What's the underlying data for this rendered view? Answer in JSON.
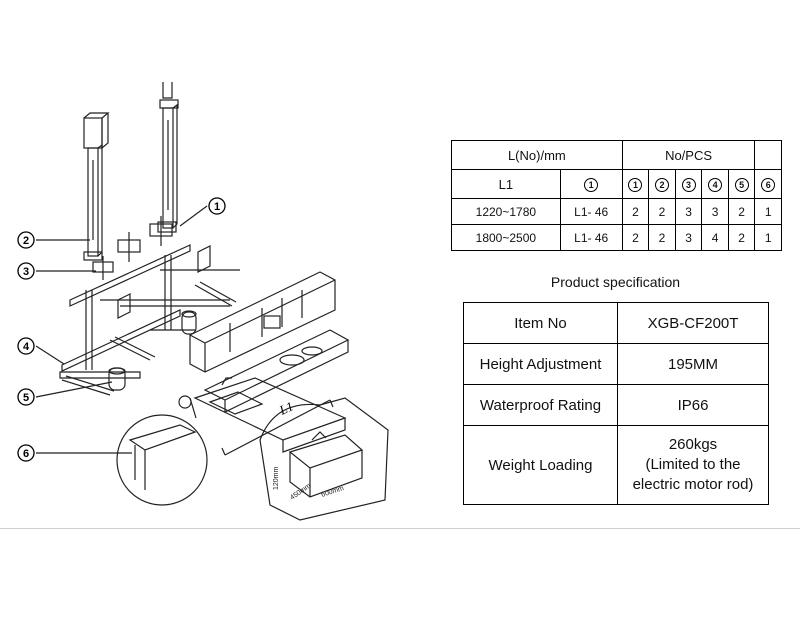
{
  "quantity_table": {
    "header_length": "L(No)/mm",
    "header_pcs": "No/PCS",
    "subheader_l1": "L1",
    "part_markers": [
      "1",
      "1",
      "2",
      "3",
      "4",
      "5",
      "6"
    ],
    "rows": [
      {
        "range": "1220~1780",
        "length": "L1- 46",
        "counts": [
          "2",
          "2",
          "3",
          "3",
          "2",
          "1"
        ]
      },
      {
        "range": "1800~2500",
        "length": "L1- 46",
        "counts": [
          "2",
          "2",
          "3",
          "4",
          "2",
          "1"
        ]
      }
    ]
  },
  "spec": {
    "title": "Product specification",
    "rows": [
      {
        "label": "Item No",
        "value": "XGB-CF200T"
      },
      {
        "label": "Height Adjustment",
        "value": "195MM"
      },
      {
        "label": "Waterproof Rating",
        "value": "IP66"
      },
      {
        "label": "Weight Loading",
        "value": "260kgs\n(Limited to the\nelectric motor rod)"
      }
    ]
  },
  "drawing": {
    "callouts": [
      "1",
      "2",
      "3",
      "4",
      "5",
      "6"
    ],
    "dimension_l1": "L1",
    "dim_height": "120mm",
    "dim_depth": "450mm",
    "dim_width": "600mm"
  }
}
